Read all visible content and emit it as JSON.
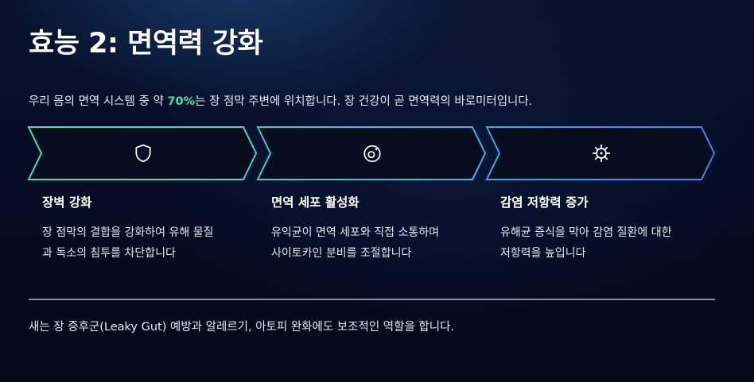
{
  "title": "효능 2: 면역력 강화",
  "intro": {
    "before": "우리 몸의 면역 시스템 중 약 ",
    "highlight": "70%",
    "after": "는 장 점막 주변에 위치합니다. 장 건강이 곧 면역력의 바로미터입니다."
  },
  "colors": {
    "accent_green": "#3de3b0",
    "accent_teal": "#2fd6c8",
    "accent_blue": "#3a8cf0"
  },
  "steps": [
    {
      "icon": "shield-icon",
      "title": "장벽 강화",
      "desc_line1": "장 점막의 결합을 강화하여 유해 물질",
      "desc_line2": "과 독소의 침투를 차단합니다"
    },
    {
      "icon": "cell-icon",
      "title": "면역 세포 활성화",
      "desc_line1": "유익균이 면역 세포와 직접 소통하며",
      "desc_line2": "사이토카인 분비를 조절합니다"
    },
    {
      "icon": "virus-icon",
      "title": "감염 저항력 증가",
      "desc_line1": "유해균 증식을 막아 감염 질환에 대한",
      "desc_line2": "저항력을 높입니다"
    }
  ],
  "footer": "새는 장 증후군(Leaky Gut) 예방과 알레르기, 아토피 완화에도 보조적인 역할을 합니다."
}
